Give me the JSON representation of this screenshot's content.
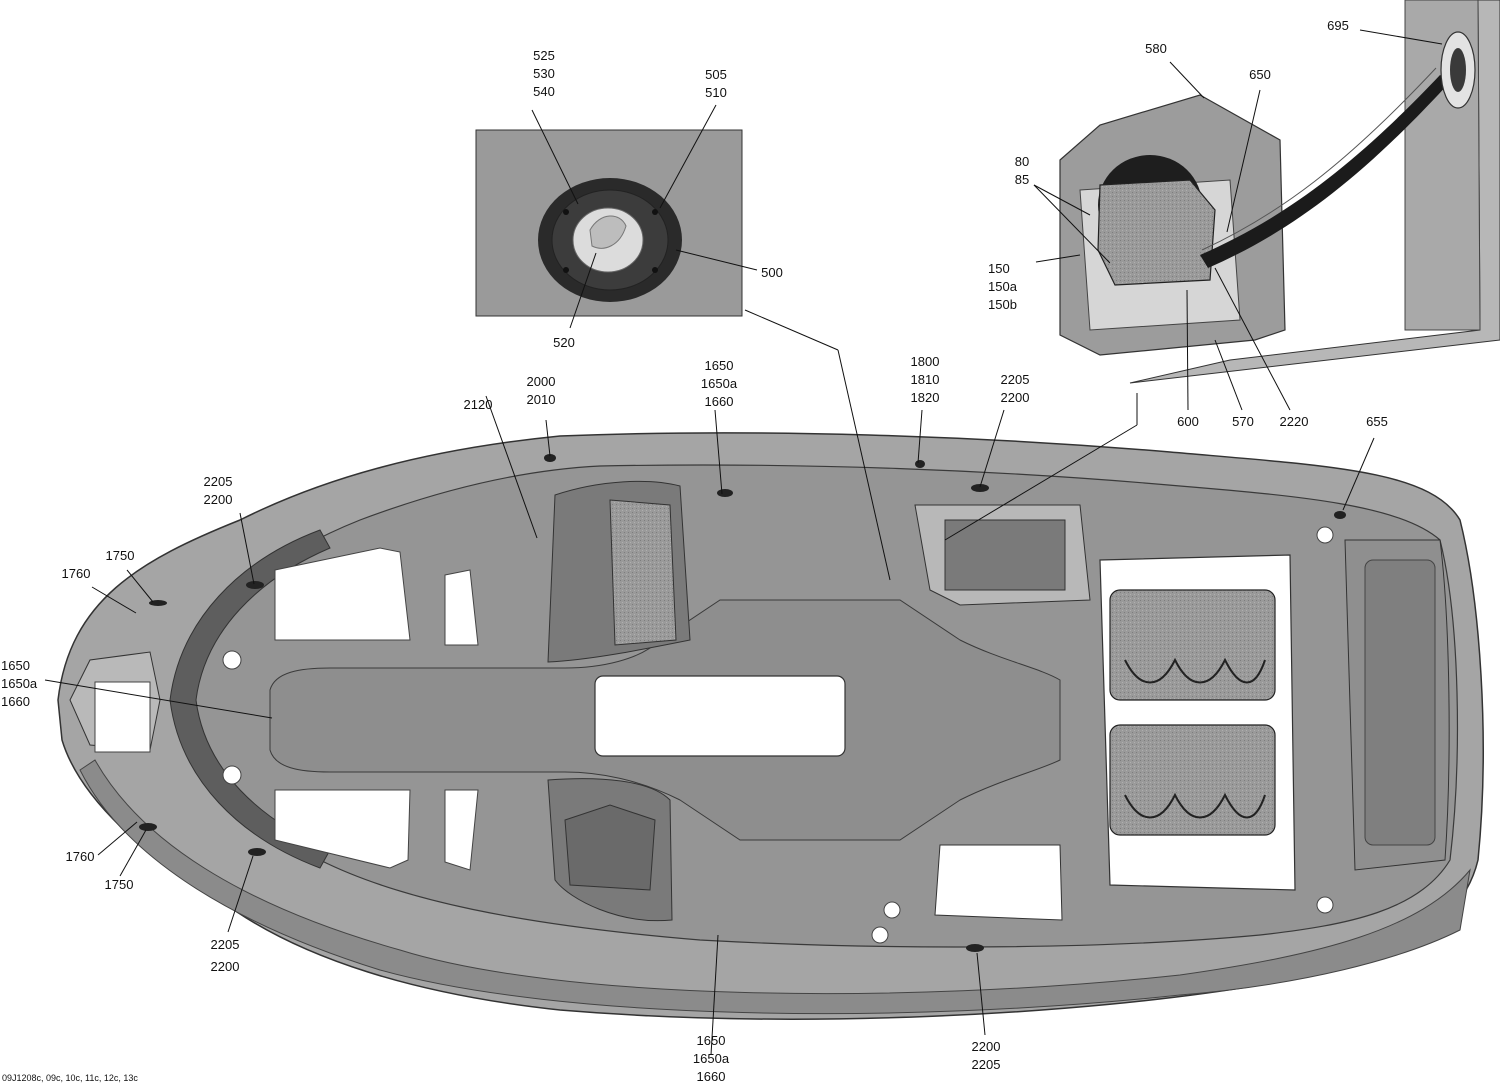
{
  "diagram": {
    "figure_code": "09J1208c, 09c, 10c, 11c, 12c, 13c",
    "callouts": [
      {
        "id": "c-525",
        "lines": [
          "525",
          "530",
          "540"
        ]
      },
      {
        "id": "c-505",
        "lines": [
          "505",
          "510"
        ]
      },
      {
        "id": "c-500",
        "lines": [
          "500"
        ]
      },
      {
        "id": "c-520",
        "lines": [
          "520"
        ]
      },
      {
        "id": "c-580",
        "lines": [
          "580"
        ]
      },
      {
        "id": "c-695",
        "lines": [
          "695"
        ]
      },
      {
        "id": "c-650",
        "lines": [
          "650"
        ]
      },
      {
        "id": "c-80",
        "lines": [
          "80",
          "85"
        ]
      },
      {
        "id": "c-150",
        "lines": [
          "150",
          "150a",
          "150b"
        ]
      },
      {
        "id": "c-600",
        "lines": [
          "600"
        ]
      },
      {
        "id": "c-570",
        "lines": [
          "570"
        ]
      },
      {
        "id": "c-2220",
        "lines": [
          "2220"
        ]
      },
      {
        "id": "c-655",
        "lines": [
          "655"
        ]
      },
      {
        "id": "c-1800",
        "lines": [
          "1800",
          "1810",
          "1820"
        ]
      },
      {
        "id": "c-2205-top",
        "lines": [
          "2205",
          "2200"
        ]
      },
      {
        "id": "c-1650-top",
        "lines": [
          "1650",
          "1650a",
          "1660"
        ]
      },
      {
        "id": "c-2000",
        "lines": [
          "2000",
          "2010"
        ]
      },
      {
        "id": "c-2120",
        "lines": [
          "2120"
        ]
      },
      {
        "id": "c-2205-left",
        "lines": [
          "2205",
          "2200"
        ]
      },
      {
        "id": "c-1750-top",
        "lines": [
          "1750"
        ]
      },
      {
        "id": "c-1760-top",
        "lines": [
          "1760"
        ]
      },
      {
        "id": "c-1650-left",
        "lines": [
          "1650",
          "1650a",
          "1660"
        ]
      },
      {
        "id": "c-1760-bot",
        "lines": [
          "1760"
        ]
      },
      {
        "id": "c-1750-bot",
        "lines": [
          "1750"
        ]
      },
      {
        "id": "c-2205-bot",
        "lines": [
          "2205",
          "2200"
        ]
      },
      {
        "id": "c-1650-bot",
        "lines": [
          "1650",
          "1650a",
          "1660"
        ]
      },
      {
        "id": "c-2200-bot",
        "lines": [
          "2200",
          "2205"
        ]
      }
    ]
  }
}
